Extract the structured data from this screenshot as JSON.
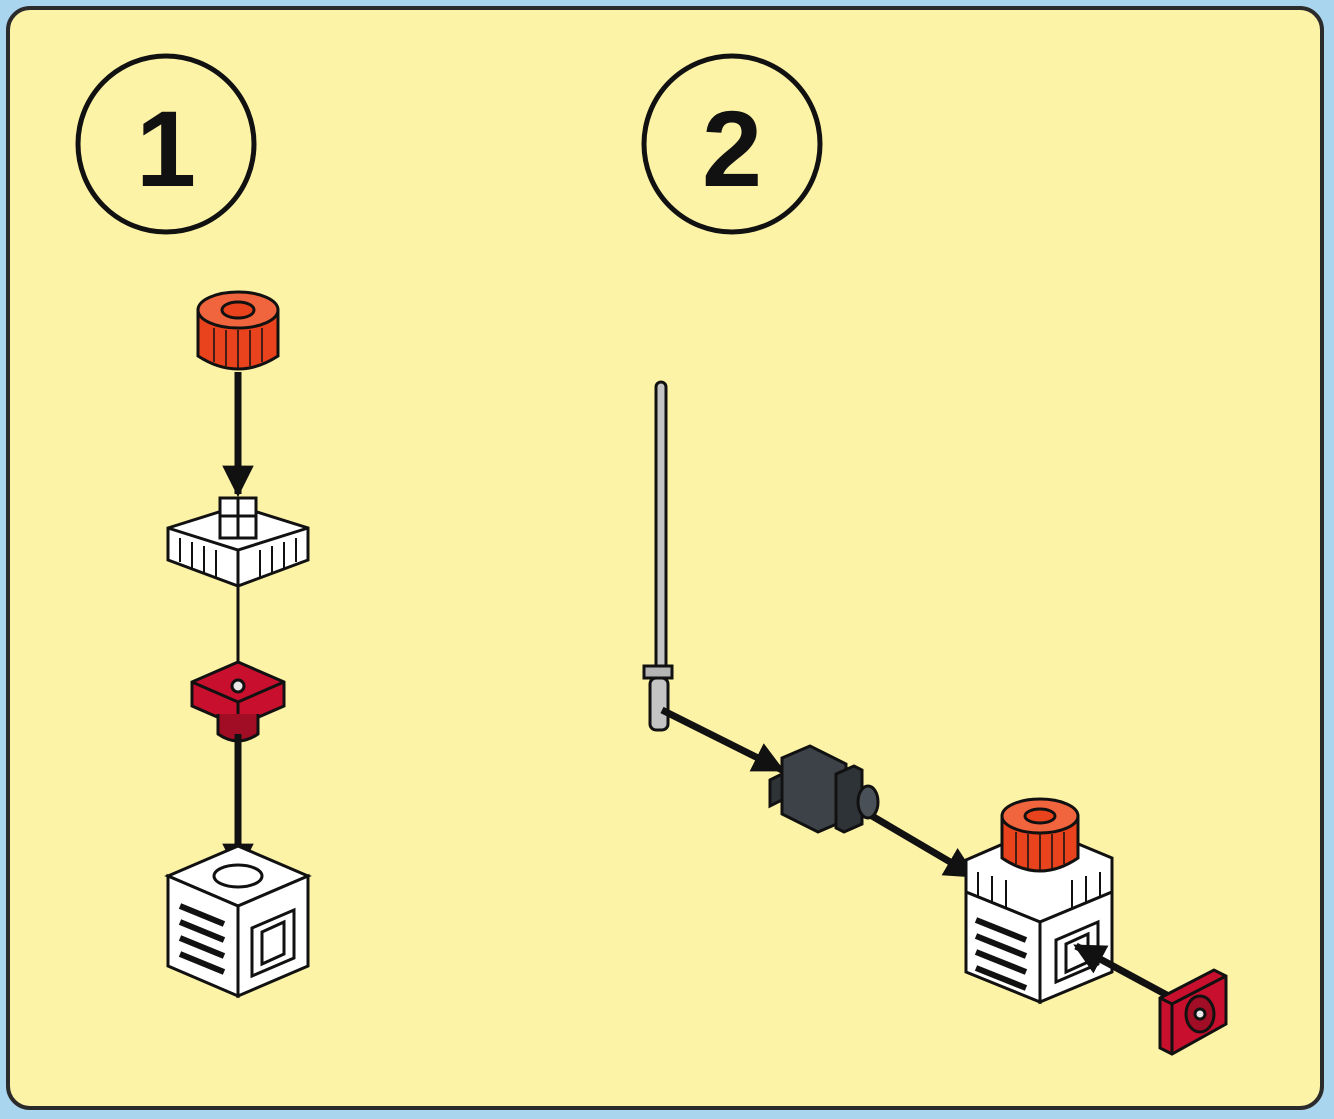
{
  "steps": [
    {
      "number": "1"
    },
    {
      "number": "2"
    }
  ],
  "colors": {
    "background": "#a9d6ee",
    "panel": "#fdf3a6",
    "outline": "#111111",
    "orange_cap": "#e8431c",
    "red_part": "#c8102e",
    "white_part": "#ffffff",
    "grey_rod": "#b4b4b4",
    "dark_connector": "#3c4248"
  },
  "parts": {
    "step1": [
      "orange-cap",
      "white-cross-connector",
      "red-clip",
      "white-cube-block"
    ],
    "step2": [
      "grey-antenna-rod",
      "black-connector",
      "white-cube-block-with-orange-cap",
      "red-clip"
    ]
  }
}
